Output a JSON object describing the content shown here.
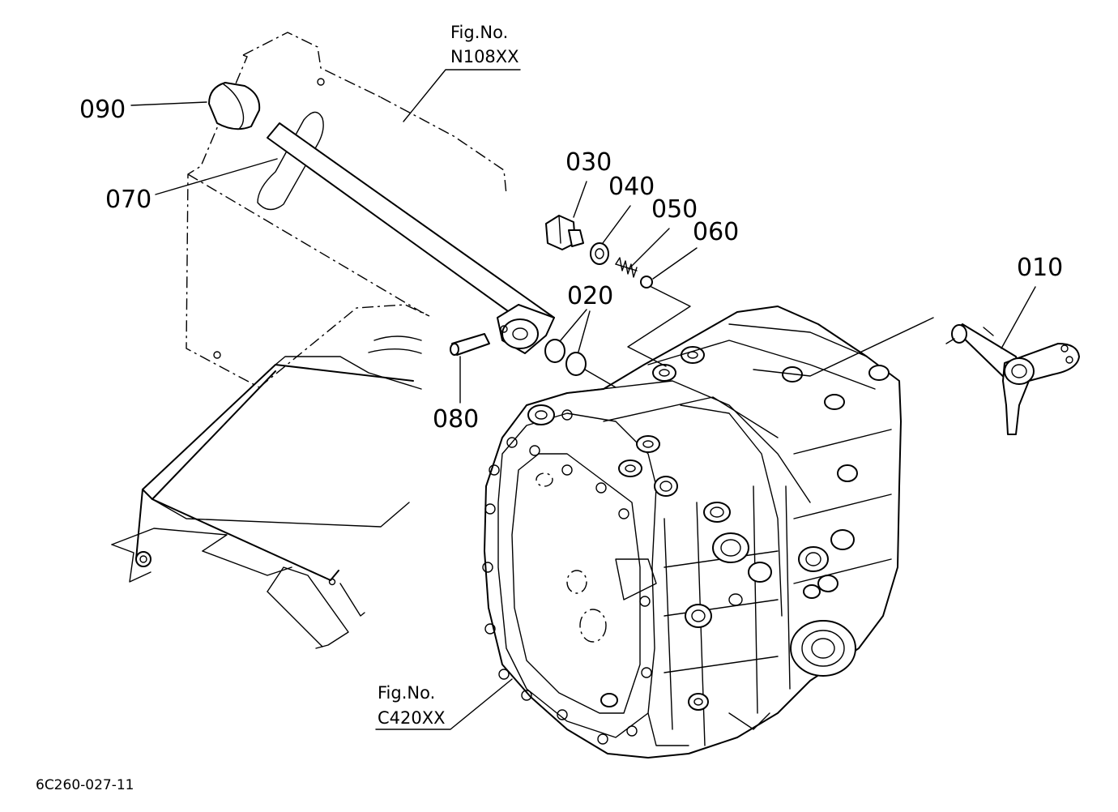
{
  "part_labels": {
    "p010": "010",
    "p020": "020",
    "p030": "030",
    "p040": "040",
    "p050": "050",
    "p060": "060",
    "p070": "070",
    "p080": "080",
    "p090": "090"
  },
  "figure_refs": {
    "n108": {
      "prefix": "Fig.No.",
      "number": "N108XX"
    },
    "c420": {
      "prefix": "Fig.No.",
      "number": "C420XX"
    }
  },
  "drawing_code": "6C260-027-11"
}
